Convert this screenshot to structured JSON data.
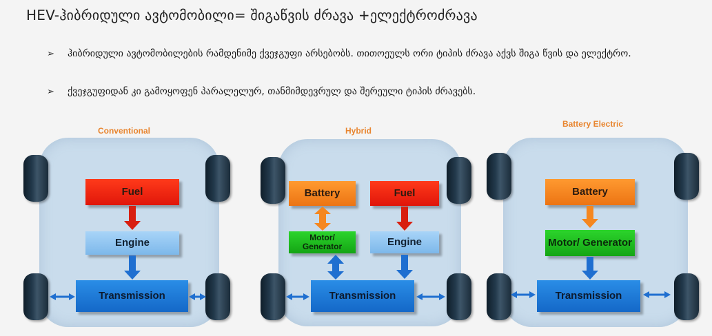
{
  "title": "HEV-ჰიბრიდული ავტომობილი= შიგაწვის ძრავა +ელექტროძრავა",
  "bullets": [
    {
      "marker": "➢",
      "text": "ჰიბრიდული ავტომობილების რამდენიმე ქვეჯგუფი არსებობს. თითოეულს ორი ტიპის ძრავა აქვს შიგა წვის და ელექტრო."
    },
    {
      "marker": "➢",
      "text": "ქვეჯგუფიდან კი გამოყოფენ პარალელურ, თანმიმდევრულ და შერეული ტიპის ძრავებს."
    }
  ],
  "diagrams": {
    "conventional": {
      "heading": "Conventional",
      "fuel": "Fuel",
      "engine": "Engine",
      "transmission": "Transmission"
    },
    "hybrid": {
      "heading": "Hybrid",
      "battery": "Battery",
      "fuel": "Fuel",
      "motor": "Motor/ Generator",
      "engine": "Engine",
      "transmission": "Transmission"
    },
    "battery_electric": {
      "heading": "Battery Electric",
      "battery": "Battery",
      "motor": "Motor/ Generator",
      "transmission": "Transmission"
    }
  },
  "colors": {
    "heading": "#e8852f",
    "panel": "#c9dcec",
    "fuel": "#f0200f",
    "engine": "#8cc4f0",
    "battery": "#f5871f",
    "motor": "#1fbf1f",
    "transmission": "#1f7ad8",
    "arrow_red": "#d81f10",
    "arrow_orange": "#f5871f",
    "arrow_blue": "#1f6fd0"
  }
}
